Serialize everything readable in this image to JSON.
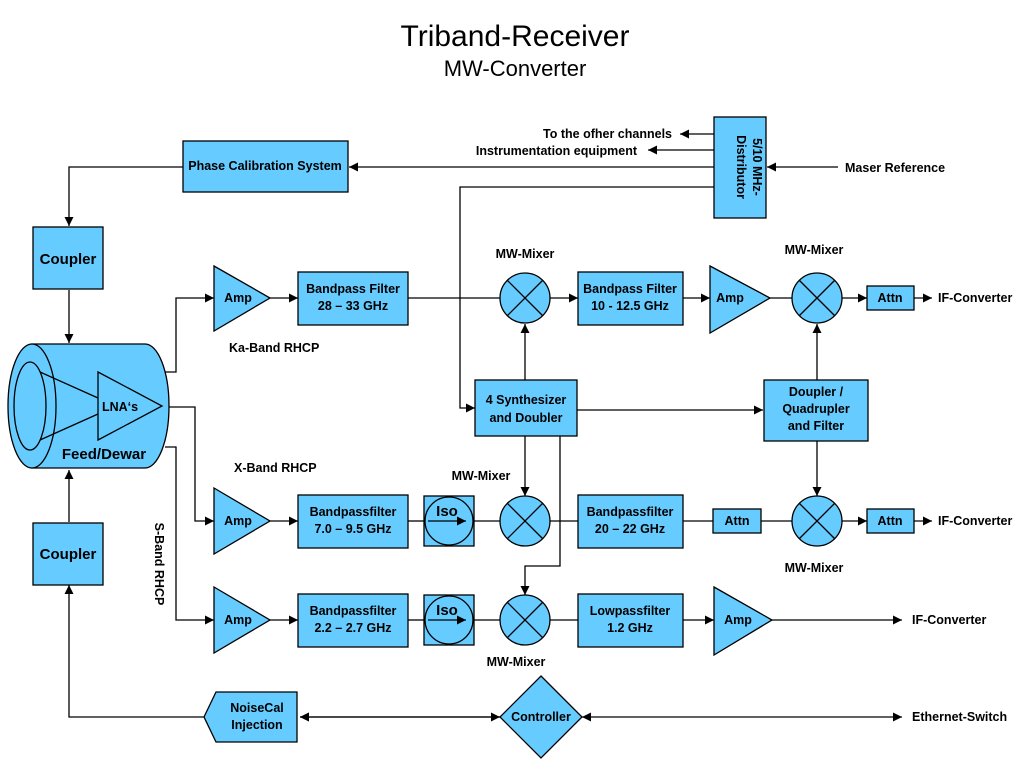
{
  "title": "Triband-Receiver",
  "subtitle": "MW-Converter",
  "colors": {
    "block_fill": "#66ccff",
    "line": "#000000"
  },
  "external": {
    "to_other_channels": "To the ofher channels",
    "instrumentation": "Instrumentation equipment",
    "maser_reference": "Maser Reference",
    "if_converter_ka": "IF-Converter",
    "if_converter_x": "IF-Converter",
    "if_converter_s": "IF-Converter",
    "ethernet_switch": "Ethernet-Switch"
  },
  "blocks": {
    "distributor": [
      "5/10 MHz-",
      "Distributor"
    ],
    "phase_cal": "Phase Calibration System",
    "coupler_top": "Coupler",
    "coupler_bottom": "Coupler",
    "lna": "LNA‘s",
    "feed_dewar": "Feed/Dewar",
    "synthesizer": [
      "4 Synthesizer",
      "and Doubler"
    ],
    "doupler": [
      "Doupler /",
      "Quadrupler",
      "and Filter"
    ],
    "noisecal": [
      "NoiseCal",
      "Injection"
    ],
    "controller": "Controller"
  },
  "ka_band": {
    "label": "Ka-Band RHCP",
    "amp1": "Amp",
    "bpf1": [
      "Bandpass Filter",
      "28 – 33 GHz"
    ],
    "mixer1_label": "MW-Mixer",
    "bpf2": [
      "Bandpass Filter",
      "10 - 12.5 GHz"
    ],
    "amp2": "Amp",
    "mixer2_label": "MW-Mixer",
    "attn": "Attn"
  },
  "x_band": {
    "label": "X-Band RHCP",
    "amp": "Amp",
    "bpf1": [
      "Bandpassfilter",
      "7.0 – 9.5 GHz"
    ],
    "iso": "Iso",
    "mixer1_label": "MW-Mixer",
    "bpf2": [
      "Bandpassfilter",
      "20 – 22 GHz"
    ],
    "attn1": "Attn",
    "mixer2_label": "MW-Mixer",
    "attn2": "Attn"
  },
  "s_band": {
    "label": "S-Band RHCP",
    "amp1": "Amp",
    "bpf": [
      "Bandpassfilter",
      "2.2 – 2.7 GHz"
    ],
    "iso": "Iso",
    "mixer_label": "MW-Mixer",
    "lpf": [
      "Lowpassfilter",
      "1.2 GHz"
    ],
    "amp2": "Amp"
  }
}
